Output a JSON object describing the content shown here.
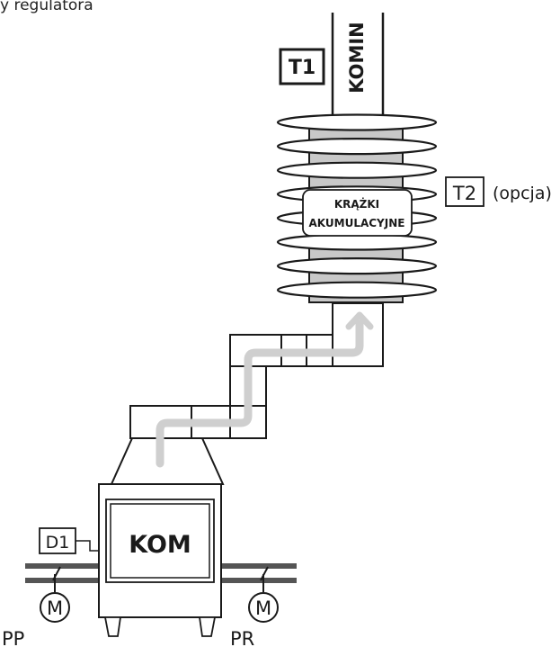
{
  "caption": "y regulatora",
  "labels": {
    "t1": "T1",
    "chimney": "KOMIN",
    "t2": "T2",
    "optional": "(opcja)",
    "rings_line1": "KRĄŻKI",
    "rings_line2": "AKUMULACYJNE",
    "fireplace": "KOM",
    "d1": "D1",
    "motor": "M",
    "pp": "PP",
    "pr": "PR"
  },
  "colors": {
    "line": "#1a1a1a",
    "ring_fill": "#ffffff",
    "core_fill": "#c8c8c8",
    "flow_arrow": "#cfcfcf",
    "duct_bar": "#555555"
  },
  "ring_count": 8
}
